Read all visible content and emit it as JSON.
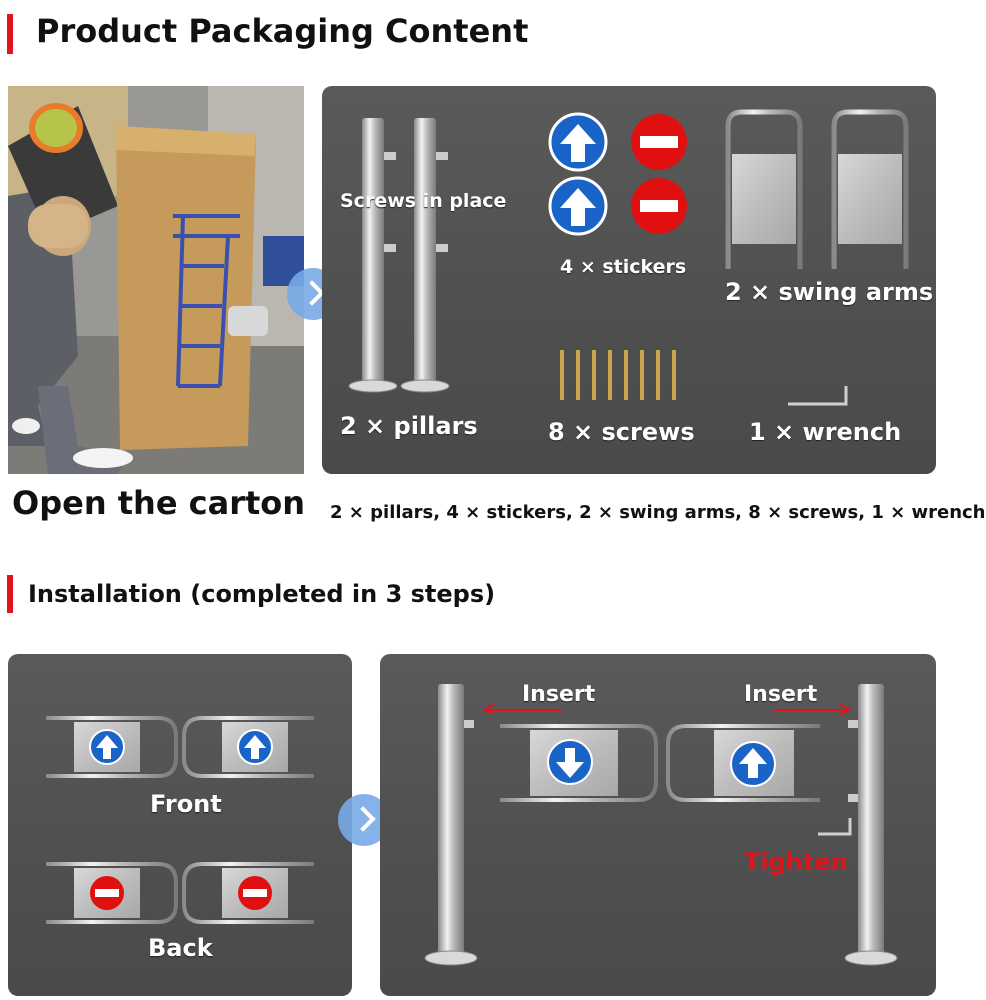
{
  "section1": {
    "title": "Product Packaging Content",
    "photo_caption": "Open the carton",
    "labels": {
      "screws_in_place": "Screws in place",
      "stickers": "4 × stickers",
      "swing_arms": "2  × swing arms",
      "pillars": "2 × pillars",
      "screws": "8 × screws",
      "wrench": "1 × wrench"
    },
    "summary": "2 × pillars, 4 × stickers, 2  × swing arms, 8 × screws, 1 × wrench"
  },
  "section2": {
    "title": "Installation (completed in 3 steps)",
    "front_label": "Front",
    "back_label": "Back",
    "insert_left": "Insert",
    "insert_right": "Insert",
    "tighten": "Tighten"
  },
  "colors": {
    "accent_red": "#e0141b",
    "sticker_blue": "#1a64c8",
    "sticker_red": "#e01010",
    "panel_gray": "#535353",
    "next_button": "#78aae6"
  },
  "icons": [
    "up-arrow-sticker-icon",
    "no-entry-sticker-icon",
    "down-arrow-sticker-icon",
    "chevron-right-icon"
  ]
}
